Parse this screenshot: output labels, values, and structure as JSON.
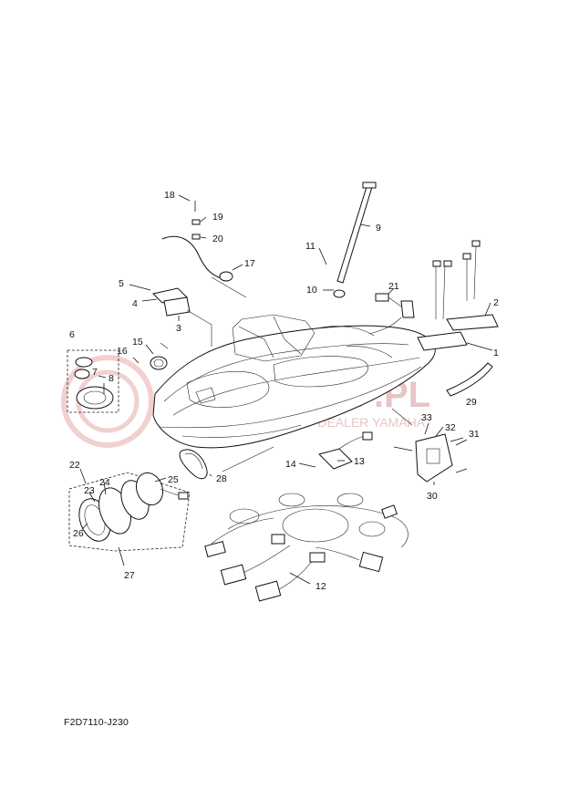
{
  "diagram": {
    "code": "F2D7110-J230",
    "watermark": {
      "brand": "ŚSKLEP.PL",
      "tagline": "AUTORYZOWANY DEALER YAMAHA"
    },
    "callouts": [
      {
        "id": "c1",
        "text": "1"
      },
      {
        "id": "c2",
        "text": "2"
      },
      {
        "id": "c3",
        "text": "3"
      },
      {
        "id": "c4",
        "text": "4"
      },
      {
        "id": "c5",
        "text": "5"
      },
      {
        "id": "c6",
        "text": "6"
      },
      {
        "id": "c7",
        "text": "7"
      },
      {
        "id": "c8",
        "text": "8"
      },
      {
        "id": "c9",
        "text": "9"
      },
      {
        "id": "c10",
        "text": "10"
      },
      {
        "id": "c11",
        "text": "11"
      },
      {
        "id": "c12",
        "text": "12"
      },
      {
        "id": "c13",
        "text": "13"
      },
      {
        "id": "c14",
        "text": "14"
      },
      {
        "id": "c15",
        "text": "15"
      },
      {
        "id": "c16",
        "text": "16"
      },
      {
        "id": "c17",
        "text": "17"
      },
      {
        "id": "c18",
        "text": "18"
      },
      {
        "id": "c19",
        "text": "19"
      },
      {
        "id": "c20",
        "text": "20"
      },
      {
        "id": "c21",
        "text": "21"
      },
      {
        "id": "c22",
        "text": "22"
      },
      {
        "id": "c23",
        "text": "23"
      },
      {
        "id": "c24",
        "text": "24"
      },
      {
        "id": "c25",
        "text": "25"
      },
      {
        "id": "c26",
        "text": "26"
      },
      {
        "id": "c27",
        "text": "27"
      },
      {
        "id": "c28",
        "text": "28"
      },
      {
        "id": "c29",
        "text": "29"
      },
      {
        "id": "c30",
        "text": "30"
      },
      {
        "id": "c31",
        "text": "31"
      },
      {
        "id": "c32",
        "text": "32"
      },
      {
        "id": "c33",
        "text": "33"
      }
    ]
  }
}
